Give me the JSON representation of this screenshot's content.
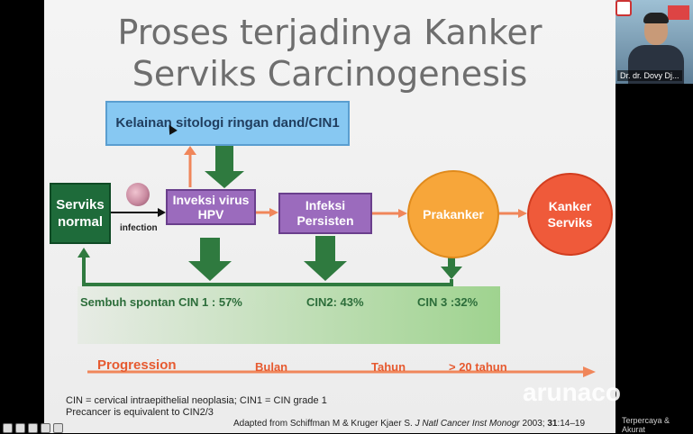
{
  "slide": {
    "title_line1": "Proses terjadinya Kanker",
    "title_line2": "Serviks Carcinogenesis",
    "boxes": {
      "top_box": "Kelainan sitologi ringan dand/CIN1",
      "serviks_normal": "Serviks normal",
      "invkesi_hpv": "Inveksi virus HPV",
      "infeksi_persisten": "Infeksi Persisten",
      "prakanker": "Prakanker",
      "kanker_serviks": "Kanker Serviks"
    },
    "infection_label": "infection",
    "rates": {
      "cin1": "Sembuh spontan CIN 1 : 57%",
      "cin2": "CIN2: 43%",
      "cin3": "CIN 3 :32%"
    },
    "progression": {
      "label": "Progression",
      "bulan": "Bulan",
      "tahun": "Tahun",
      "gt20": "> 20 tahun"
    },
    "footnote_line1": "CIN = cervical intraepithelial neoplasia; CIN1 = CIN grade 1",
    "footnote_line2": "Precancer is equivalent to CIN2/3",
    "citation_text": "Adapted from Schiffman M &  Kruger Kjaer S. ",
    "citation_journal": "J Natl Cancer Inst Monogr",
    "citation_tail": " 2003; ",
    "citation_vol": "31",
    "citation_pages": ":14–19"
  },
  "webcam": {
    "participant_name": "Dr. dr. Dovy Dj..."
  },
  "watermark": {
    "brand": "arunaco",
    "tagline": "Terpercaya & Akurat"
  },
  "colors": {
    "green_box": "#1e6b3a",
    "purple_box": "#9b6bbd",
    "orange_circle": "#f7a63a",
    "red_circle": "#ef5a3a",
    "blue_box": "#87c8f2",
    "progression_red": "#e65a30"
  }
}
